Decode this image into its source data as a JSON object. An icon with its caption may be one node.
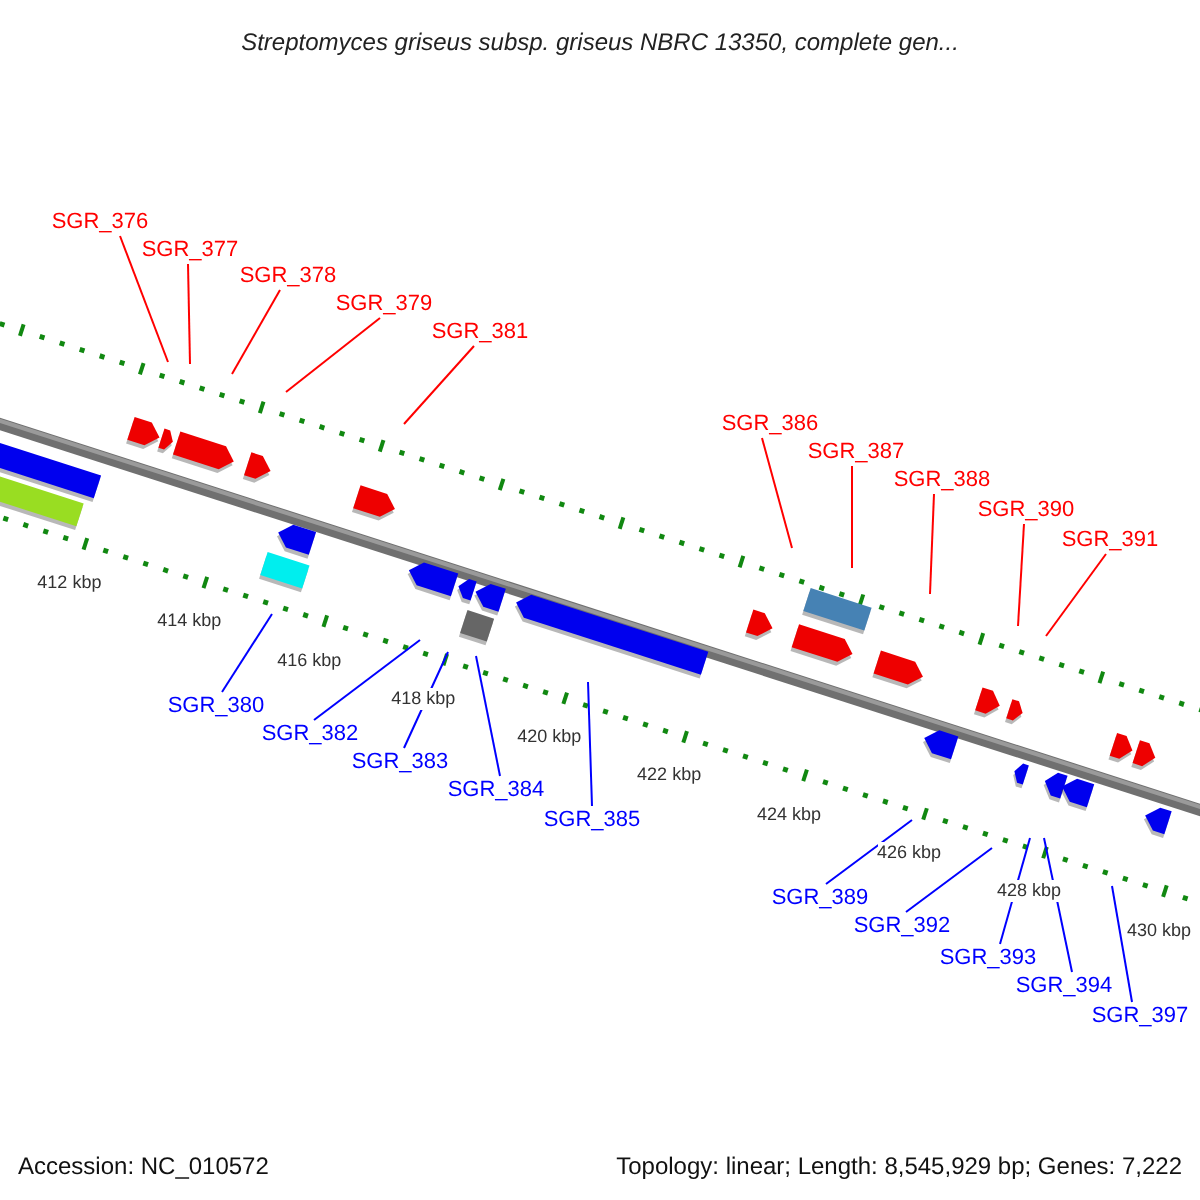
{
  "diagram": {
    "title": "Streptomyces griseus subsp. griseus NBRC 13350, complete gen...",
    "nodes": [
      {
        "text": [
          "SGR_376"
        ]
      },
      {
        "text": [
          "SGR_377"
        ]
      },
      {
        "text": [
          "SGR_378"
        ]
      },
      {
        "text": [
          "SGR_379"
        ]
      },
      {
        "text": [
          "SGR_381"
        ]
      },
      {
        "text": [
          "SGR_386"
        ]
      },
      {
        "text": [
          "SGR_387"
        ]
      },
      {
        "text": [
          "SGR_388"
        ]
      },
      {
        "text": [
          "SGR_390"
        ]
      },
      {
        "text": [
          "SGR_391"
        ]
      },
      {
        "text": [
          "SGR_380"
        ]
      },
      {
        "text": [
          "SGR_382"
        ]
      },
      {
        "text": [
          "SGR_383"
        ]
      },
      {
        "text": [
          "SGR_384"
        ]
      },
      {
        "text": [
          "SGR_385"
        ]
      },
      {
        "text": [
          "SGR_389"
        ]
      },
      {
        "text": [
          "SGR_392"
        ]
      },
      {
        "text": [
          "SGR_393"
        ]
      },
      {
        "text": [
          "SGR_394"
        ]
      },
      {
        "text": [
          "SGR_397"
        ]
      }
    ],
    "edges": [
      {
        "from": 0,
        "to": null,
        "arrow": "none",
        "color": "#ff0000"
      },
      {
        "from": 1,
        "to": null,
        "arrow": "none",
        "color": "#ff0000"
      },
      {
        "from": 2,
        "to": null,
        "arrow": "none",
        "color": "#ff0000"
      },
      {
        "from": 3,
        "to": null,
        "arrow": "none",
        "color": "#ff0000"
      },
      {
        "from": 4,
        "to": null,
        "arrow": "none",
        "color": "#ff0000"
      },
      {
        "from": 5,
        "to": null,
        "arrow": "none",
        "color": "#ff0000"
      },
      {
        "from": 6,
        "to": null,
        "arrow": "none",
        "color": "#ff0000"
      },
      {
        "from": 7,
        "to": null,
        "arrow": "none",
        "color": "#ff0000"
      },
      {
        "from": 8,
        "to": null,
        "arrow": "none",
        "color": "#ff0000"
      },
      {
        "from": 9,
        "to": null,
        "arrow": "none",
        "color": "#ff0000"
      },
      {
        "from": 10,
        "to": null,
        "arrow": "none",
        "color": "#0000ff"
      },
      {
        "from": 11,
        "to": null,
        "arrow": "none",
        "color": "#0000ff"
      },
      {
        "from": 12,
        "to": null,
        "arrow": "none",
        "color": "#0000ff"
      },
      {
        "from": 13,
        "to": null,
        "arrow": "none",
        "color": "#0000ff"
      },
      {
        "from": 14,
        "to": null,
        "arrow": "none",
        "color": "#0000ff"
      },
      {
        "from": 15,
        "to": null,
        "arrow": "none",
        "color": "#0000ff"
      },
      {
        "from": 16,
        "to": null,
        "arrow": "none",
        "color": "#0000ff"
      },
      {
        "from": 17,
        "to": null,
        "arrow": "none",
        "color": "#0000ff"
      },
      {
        "from": 18,
        "to": null,
        "arrow": "none",
        "color": "#0000ff"
      },
      {
        "from": 19,
        "to": null,
        "arrow": "none",
        "color": "#0000ff"
      }
    ],
    "labels": [
      "412 kbp",
      "414 kbp",
      "416 kbp",
      "418 kbp",
      "420 kbp",
      "422 kbp",
      "424 kbp",
      "426 kbp",
      "428 kbp",
      "430 kbp",
      "Accession: NC_010572",
      "Topology: linear; Length: 8,545,929 bp; Genes: 7,222"
    ]
  }
}
